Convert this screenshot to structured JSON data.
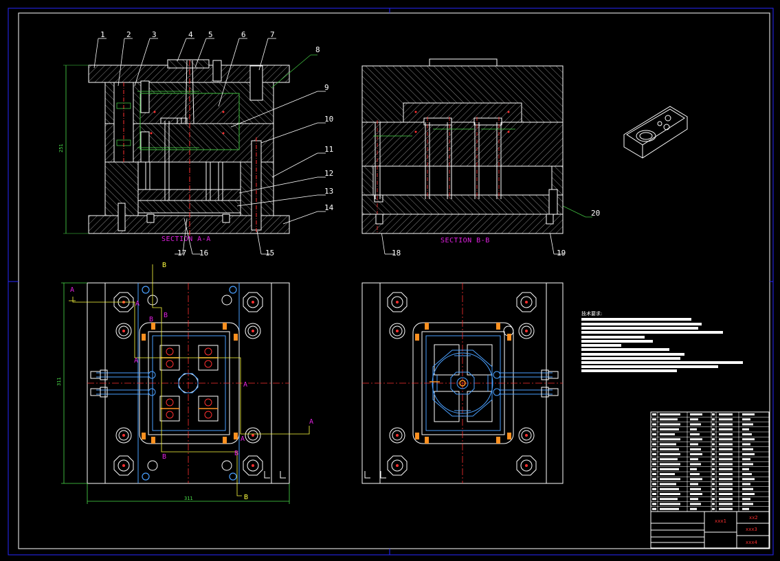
{
  "part_labels": [
    "1",
    "2",
    "3",
    "4",
    "5",
    "6",
    "7",
    "8",
    "9",
    "10",
    "11",
    "12",
    "13",
    "14",
    "15",
    "16",
    "17",
    "18",
    "19",
    "20"
  ],
  "sections": {
    "aa_caption": "SECTION A-A",
    "bb_caption": "SECTION B-B"
  },
  "dimensions": {
    "height_left": "251",
    "height_plan": "311",
    "width_plan": "311"
  },
  "cut_letters": {
    "a": "A",
    "b": "B"
  },
  "notes": {
    "title": "技术要求:"
  },
  "title_block": {
    "cell1": "xxx1",
    "cell2": "xxx3",
    "cell3": "xxx4",
    "cell4": "xx2"
  },
  "colors": {
    "background": "#000000",
    "frame": "#2828ff",
    "lines": "#ffffff",
    "section": "#e020e0",
    "centerline": "#ff3030",
    "dimension": "#4be04b",
    "leader": "#40c040",
    "cutline": "#ffff40",
    "bolt": "#ff9020",
    "channel": "#4aa0ff"
  }
}
